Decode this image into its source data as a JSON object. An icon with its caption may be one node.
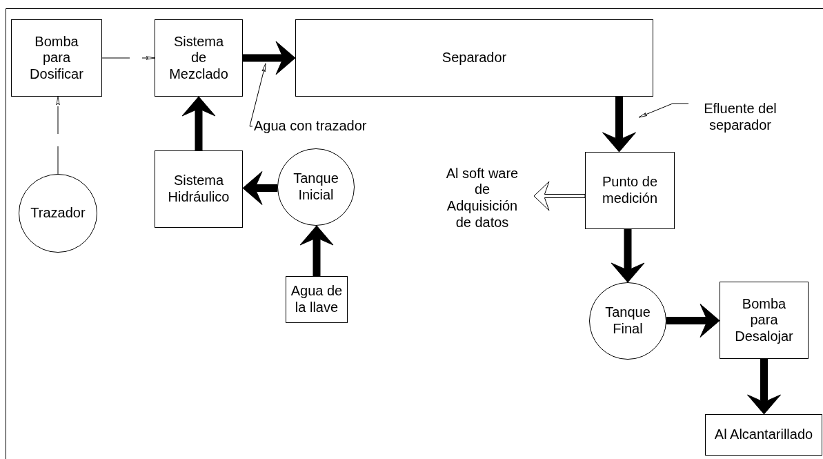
{
  "diagram": {
    "nodes": [
      {
        "text": [
          "Bomba para Dosificar"
        ]
      },
      {
        "text": [
          "Sistema de Mezclado"
        ]
      },
      {
        "text": [
          "Separador"
        ]
      },
      {
        "text": [
          "Trazador"
        ]
      },
      {
        "text": [
          "Sistema Hidráulico"
        ]
      },
      {
        "text": [
          "Tanque Inicial"
        ]
      },
      {
        "text": [
          "Agua de la llave"
        ]
      },
      {
        "text": [
          "Al soft ware de Adquisición de datos"
        ]
      },
      {
        "text": [
          "Punto de medición"
        ]
      },
      {
        "text": [
          "Tanque Final"
        ]
      },
      {
        "text": [
          "Bomba para Desalojar"
        ]
      },
      {
        "text": [
          "Al Alcantarillado"
        ]
      },
      {
        "text": [
          "Agua con trazador"
        ]
      },
      {
        "text": [
          "Efluente del separador"
        ]
      }
    ],
    "edges": [
      {
        "from": 3,
        "to": 0,
        "arrow": "to",
        "style": "dashed"
      },
      {
        "from": 0,
        "to": 1,
        "arrow": "to",
        "style": "dashed"
      },
      {
        "from": 1,
        "to": 2,
        "arrow": "to",
        "style": "thick"
      },
      {
        "from": 4,
        "to": 1,
        "arrow": "to",
        "style": "thick"
      },
      {
        "from": 5,
        "to": 4,
        "arrow": "to",
        "style": "thick"
      },
      {
        "from": 6,
        "to": 5,
        "arrow": "to",
        "style": "thick"
      },
      {
        "from": 2,
        "to": 8,
        "arrow": "to",
        "style": "thick"
      },
      {
        "from": 8,
        "to": 7,
        "arrow": "to"
      },
      {
        "from": 8,
        "to": 9,
        "arrow": "to",
        "style": "thick"
      },
      {
        "from": 9,
        "to": 10,
        "arrow": "to",
        "style": "thick"
      },
      {
        "from": 10,
        "to": 11,
        "arrow": "to",
        "style": "thick"
      },
      {
        "from": 12,
        "to": null,
        "arrow": "to"
      },
      {
        "from": 13,
        "to": null,
        "arrow": "to"
      }
    ]
  }
}
